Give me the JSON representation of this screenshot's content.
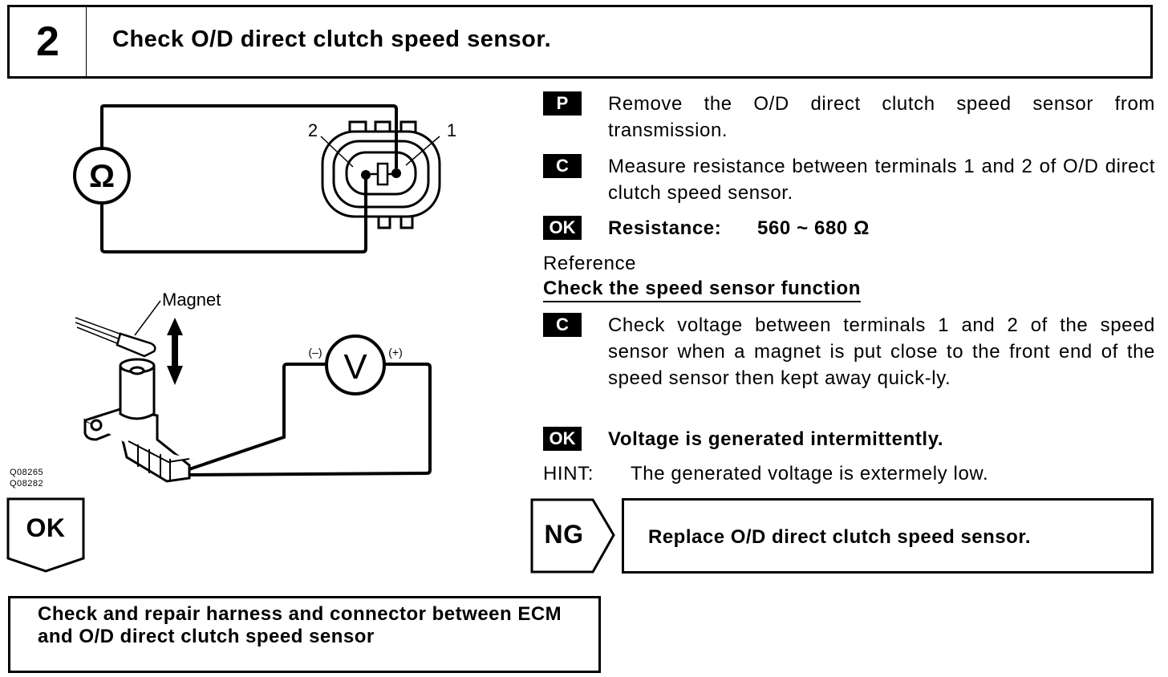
{
  "step": {
    "number": "2",
    "title": "Check O/D direct clutch speed sensor."
  },
  "figure": {
    "ohm_symbol": "Ω",
    "terminal_2": "2",
    "terminal_1": "1",
    "magnet_label": "Magnet",
    "volt_symbol": "V",
    "neg_label": "(–)",
    "pos_label": "(+)",
    "fig_ids": [
      "Q08265",
      "Q08282"
    ]
  },
  "instructions": [
    {
      "tag": "P",
      "text": "Remove the O/D direct clutch speed sensor from transmission."
    },
    {
      "tag": "C",
      "text": "Measure resistance between terminals 1 and 2 of O/D direct clutch speed sensor."
    }
  ],
  "ok1": {
    "tag": "OK",
    "label": "Resistance:",
    "value": "560 ~ 680 Ω"
  },
  "reference": {
    "label": "Reference",
    "heading": "Check the speed sensor function"
  },
  "instruction3": {
    "tag": "C",
    "text": "Check voltage between terminals 1 and 2 of the speed sensor when a magnet is put close to the front end of the speed sensor then kept away quick-ly."
  },
  "ok2": {
    "tag": "OK",
    "text": "Voltage is generated intermittently."
  },
  "hint": {
    "label": "HINT:",
    "text": "The generated voltage is extermely low."
  },
  "ok_result": {
    "label": "OK",
    "action": "Check and repair harness and connector between ECM and O/D direct clutch speed sensor"
  },
  "ng_result": {
    "label": "NG",
    "action": "Replace O/D direct clutch speed sensor."
  },
  "colors": {
    "ink": "#000000",
    "paper": "#ffffff"
  }
}
